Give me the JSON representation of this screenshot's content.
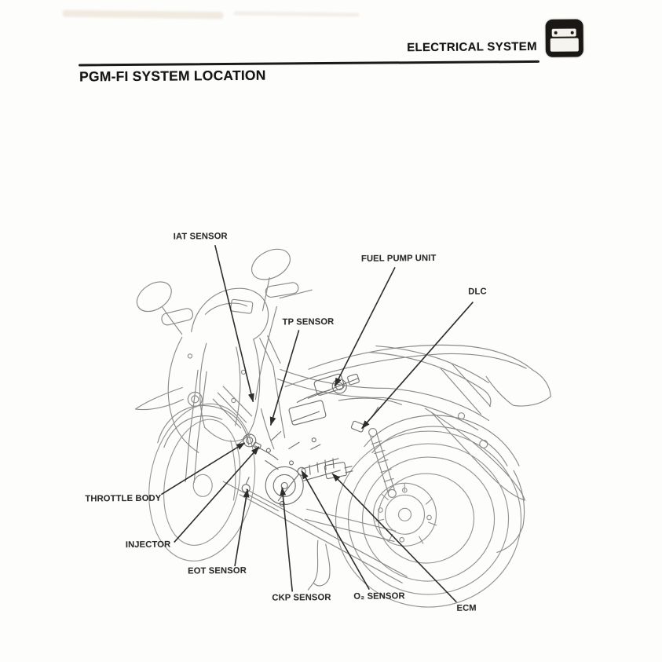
{
  "page": {
    "header": {
      "section_title": "ELECTRICAL SYSTEM",
      "chapter_icon": "battery-icon"
    },
    "title": "PGM-FI SYSTEM LOCATION"
  },
  "diagram": {
    "labels": [
      {
        "id": "iat-sensor",
        "text": "IAT SENSOR"
      },
      {
        "id": "fuel-pump-unit",
        "text": "FUEL PUMP UNIT"
      },
      {
        "id": "dlc",
        "text": "DLC"
      },
      {
        "id": "tp-sensor",
        "text": "TP SENSOR"
      },
      {
        "id": "throttle-body",
        "text": "THROTTLE BODY"
      },
      {
        "id": "injector",
        "text": "INJECTOR"
      },
      {
        "id": "eot-sensor",
        "text": "EOT SENSOR"
      },
      {
        "id": "ckp-sensor",
        "text": "CKP SENSOR"
      },
      {
        "id": "o2-sensor",
        "text": "O₂ SENSOR"
      },
      {
        "id": "ecm",
        "text": "ECM"
      }
    ]
  },
  "colors": {
    "ink": "#1a1a1a",
    "label_ink": "#2c2c2c",
    "line_art": "#8a8a8a",
    "paper": "#fdfdfb"
  }
}
